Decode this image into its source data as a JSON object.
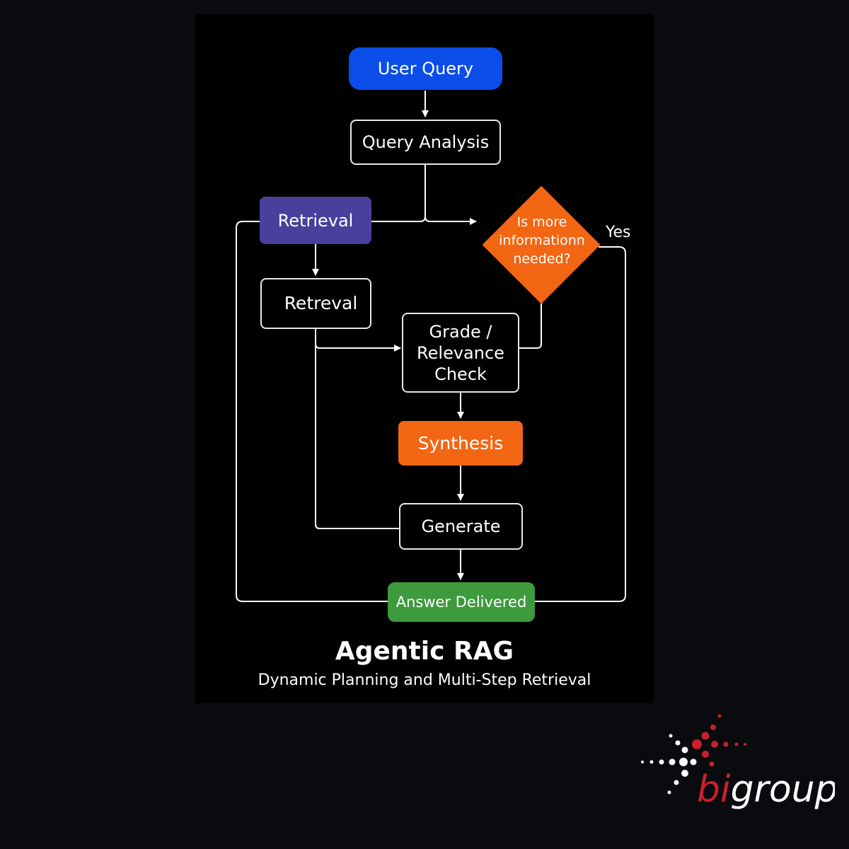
{
  "diagram": {
    "nodes": {
      "user_query": "User Query",
      "query_analysis": "Query Analysis",
      "retrieval_1": "Retrieval",
      "retrieval_2": "Retreval",
      "decision": [
        "Is more",
        "informationn",
        "needed?"
      ],
      "grade": [
        "Grade /",
        "Relevance",
        "Check"
      ],
      "synthesis": "Synthesis",
      "generate": "Generate",
      "answer": "Answer Delivered"
    },
    "edge_labels": {
      "yes": "Yes"
    },
    "colors": {
      "user_query": "#0c4de9",
      "retrieval": "#4a3f9b",
      "decision": "#f26614",
      "synthesis": "#f26614",
      "answer": "#3d9a3d",
      "outline": "#e8e8e8"
    }
  },
  "caption": {
    "title": "Agentic RAG",
    "subtitle": "Dynamic Planning and Multi-Step Retrieval"
  },
  "logo": {
    "prefix": "bi",
    "suffix": "group",
    "prefix_color": "#c8202e",
    "suffix_color": "#ffffff"
  }
}
